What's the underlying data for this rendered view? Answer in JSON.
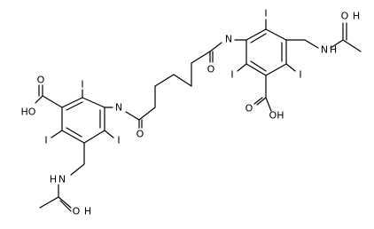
{
  "structure": {
    "atom_labels": {
      "left_cooh": "HO",
      "left_cooh_o": "O",
      "left_iodine_top": "I",
      "left_iodine_left": "I",
      "left_iodine_bottom": "I",
      "left_amide_nh": "N",
      "left_amide_h": "H",
      "left_amide_o": "O",
      "left_acetamide_nh": "N",
      "left_acetamide_h": "H",
      "left_acetamide_o": "O",
      "right_amide_nh": "N",
      "right_amide_h": "H",
      "right_amide_o": "O",
      "right_iodine_top": "I",
      "right_iodine_left": "I",
      "right_iodine_right": "I",
      "right_cooh": "OH",
      "right_cooh_o": "O",
      "right_acetamide_nh": "N",
      "right_acetamide_h": "H",
      "right_acetamide_o": "O"
    }
  }
}
